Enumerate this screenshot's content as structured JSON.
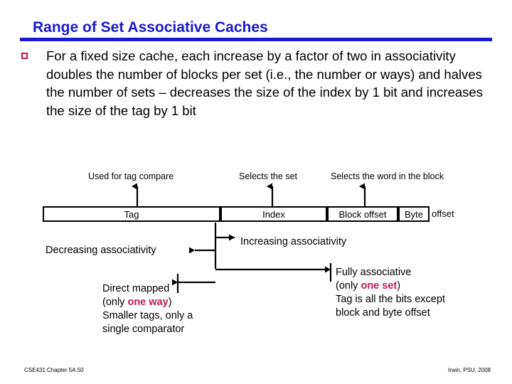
{
  "slide": {
    "title": "Range of Set Associative Caches",
    "accent_color": "#1a1ad0",
    "highlight_color": "#c2185b",
    "bullet": {
      "marker": "hollow-square-bullet",
      "text": "For a fixed size cache, each increase by a factor of two in associativity doubles the number of blocks per set (i.e., the number or ways) and halves the number of sets – decreases the size of the index by 1 bit and increases the size of the tag by 1 bit"
    }
  },
  "diagram": {
    "callouts": [
      {
        "id": "tag-callout",
        "label": "Used for tag compare"
      },
      {
        "id": "index-callout",
        "label": "Selects the set"
      },
      {
        "id": "block-callout",
        "label": "Selects the word in the block"
      }
    ],
    "address_fields": [
      {
        "id": "tag-field",
        "label": "Tag"
      },
      {
        "id": "index-field",
        "label": "Index"
      },
      {
        "id": "block-offset-field",
        "label": "Block offset"
      },
      {
        "id": "byte-field",
        "label": "Byte"
      }
    ],
    "byte_offset_tail": "offset",
    "direction_labels": {
      "decreasing": "Decreasing associativity",
      "increasing": "Increasing associativity"
    },
    "notes": {
      "direct_mapped": {
        "line1": "Direct mapped",
        "line2_pre": "(only ",
        "line2_hl": "one way",
        "line2_post": ")",
        "line3": "Smaller tags, only a",
        "line4": "single comparator"
      },
      "fully_associative": {
        "line1": "Fully associative",
        "line2_pre": "(only ",
        "line2_hl": "one set",
        "line2_post": ")",
        "line3": "Tag is all the bits except",
        "line4": "block and byte offset"
      }
    }
  },
  "footer": {
    "left": "CSE431  Chapter 5A.50",
    "right": "Irwin, PSU, 2008"
  }
}
